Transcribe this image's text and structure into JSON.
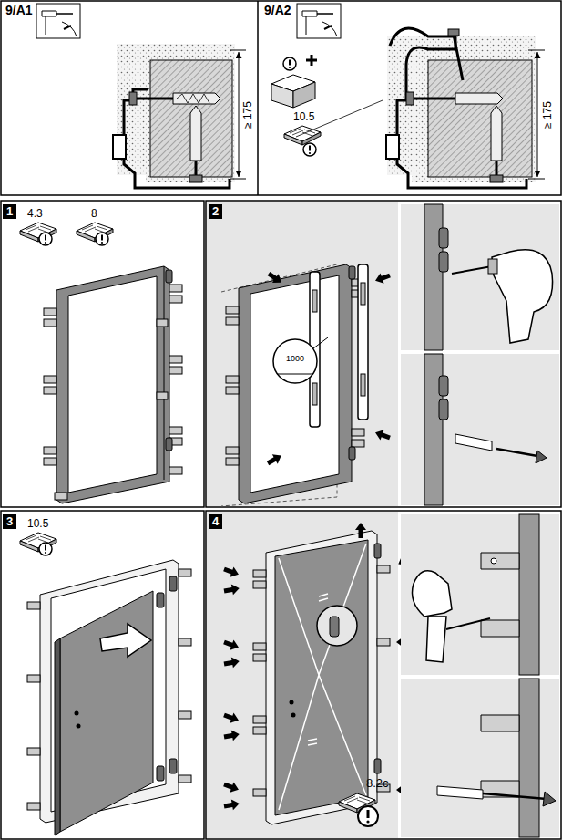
{
  "diagram": {
    "labels": [
      "9/A1",
      "≥ 175",
      "9/A2",
      "10.5",
      "≥ 175",
      "1",
      "4.3",
      "8",
      "2",
      "1000",
      "3",
      "10.5",
      "4",
      "8.2c"
    ]
  }
}
